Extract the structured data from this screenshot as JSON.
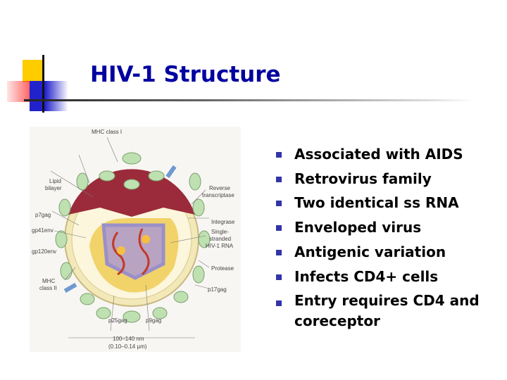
{
  "slide": {
    "title": "HIV-1 Structure",
    "bullets": [
      "Associated with AIDS",
      "Retrovirus family",
      "Two identical ss RNA",
      "Enveloped virus",
      "Antigenic variation",
      "Infects CD4+ cells",
      "Entry requires CD4 and coreceptor"
    ],
    "bullet_color": "#3333aa",
    "title_color": "#0000a0"
  },
  "figure": {
    "labels": {
      "mhc1": "MHC class I",
      "lipid1": "Lipid",
      "lipid2": "bilayer",
      "p7": "p7gag",
      "gp41": "gp41env",
      "gp120": "gp120env",
      "mhc2a": "MHC",
      "mhc2b": "class II",
      "p25": "p25gag",
      "p9": "p9gag",
      "rt1": "Reverse",
      "rt2": "transcriptase",
      "integrase": "Integrase",
      "rna1": "Single-",
      "rna2": "stranded",
      "rna3": "HIV-1 RNA",
      "protease": "Protease",
      "p17": "p17gag",
      "scale1": "100–140 nm",
      "scale2": "(0.10–0.14 µm)"
    }
  }
}
